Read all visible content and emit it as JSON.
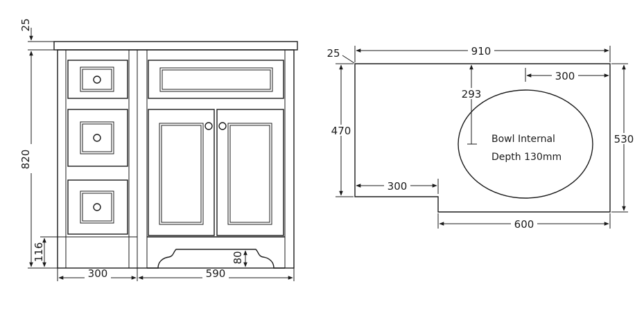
{
  "front_view": {
    "dimensions": {
      "top_thickness": "25",
      "total_height": "820",
      "plinth_height": "116",
      "drawer_section_width": "300",
      "cupboard_section_width": "590",
      "plinth_arch_height": "80"
    }
  },
  "top_view": {
    "dimensions": {
      "corner": "25",
      "total_width": "910",
      "bowl_offset_right": "300",
      "bowl_offset_top": "293",
      "left_depth": "470",
      "right_depth": "530",
      "left_offset": "300",
      "bowl_section_width": "600"
    },
    "bowl_label_line1": "Bowl Internal",
    "bowl_label_line2": "Depth 130mm"
  }
}
